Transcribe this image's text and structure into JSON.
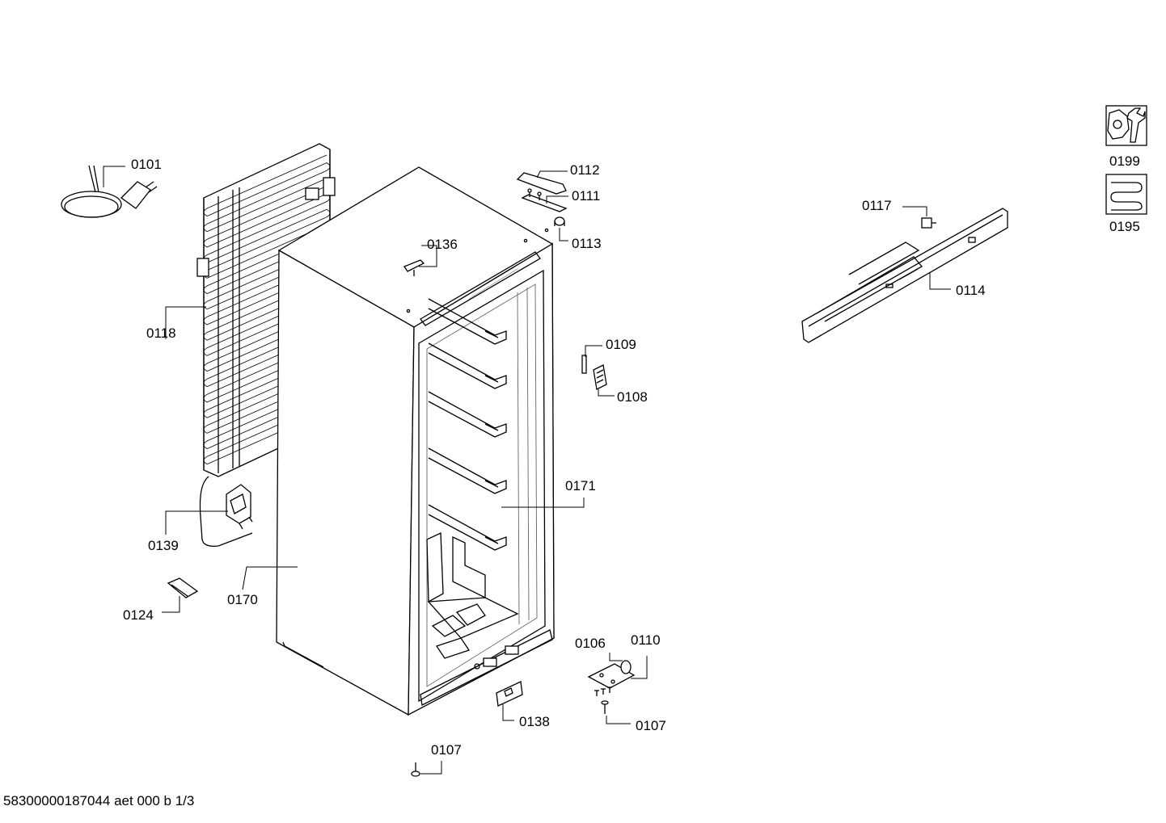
{
  "document": {
    "id_text": "58300000187044 aet 000 b 1/3"
  },
  "part_labels": {
    "p0101": "0101",
    "p0112": "0112",
    "p0111": "0111",
    "p0113": "0113",
    "p0136": "0136",
    "p0118": "0118",
    "p0109": "0109",
    "p0108": "0108",
    "p0171": "0171",
    "p0139": "0139",
    "p0170": "0170",
    "p0124": "0124",
    "p0106": "0106",
    "p0110": "0110",
    "p0138": "0138",
    "p0107_hinge": "0107",
    "p0107_bottom": "0107",
    "p0117": "0117",
    "p0114": "0114",
    "p0199": "0199",
    "p0195": "0195"
  },
  "icons": {
    "p0199": "nut-wrench-icon",
    "p0195": "coil-icon"
  }
}
